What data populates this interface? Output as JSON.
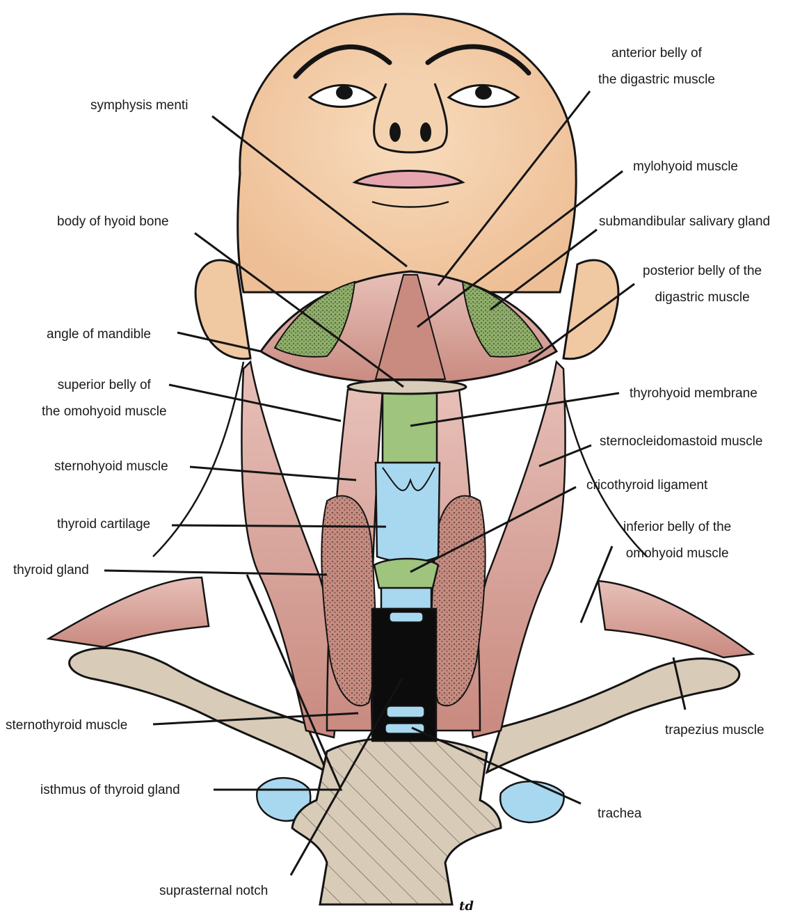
{
  "figure": {
    "labels": {
      "symphysis_menti": "symphysis menti",
      "body_of_hyoid_bone": "body of hyoid bone",
      "angle_of_mandible": "angle of mandible",
      "superior_belly_omohyoid": [
        "superior belly of",
        "the omohyoid muscle"
      ],
      "sternohyoid_muscle": "sternohyoid muscle",
      "thyroid_cartilage": "thyroid cartilage",
      "thyroid_gland": "thyroid gland",
      "sternothyroid_muscle": "sternothyroid muscle",
      "isthmus_of_thyroid_gland": "isthmus of thyroid gland",
      "suprasternal_notch": "suprasternal notch",
      "anterior_belly_digastric": [
        "anterior belly of",
        "the digastric muscle"
      ],
      "mylohyoid_muscle": "mylohyoid muscle",
      "submandibular_salivary_gland": "submandibular salivary gland",
      "posterior_belly_digastric": [
        "posterior belly of the",
        "digastric muscle"
      ],
      "thyrohyoid_membrane": "thyrohyoid membrane",
      "sternocleidomastoid_muscle": "sternocleidomastoid muscle",
      "cricothyroid_ligament": "cricothyroid ligament",
      "inferior_belly_omohyoid": [
        "inferior belly of the",
        "omohyoid muscle"
      ],
      "trapezius_muscle": "trapezius muscle",
      "trachea": "trachea"
    },
    "signature": "td",
    "colors": {
      "skin": "#f3cfaa",
      "muscle": "#d9a39b",
      "muscle_dark": "#b9776f",
      "cartilage_blue": "#a8d8ef",
      "membrane_green": "#9ec47e",
      "gland_green": "#8fae6a",
      "bone": "#d8cbb8",
      "outline": "#141414"
    }
  }
}
